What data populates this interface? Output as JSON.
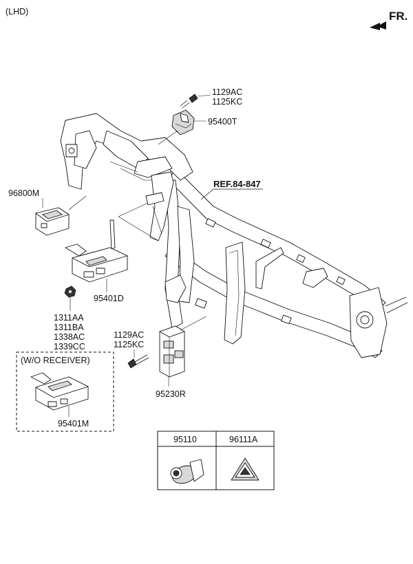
{
  "variant": "(LHD)",
  "direction": {
    "label": "FR."
  },
  "reference": "REF.84-847",
  "callouts": {
    "bolt_top": [
      "1129AC",
      "1125KC"
    ],
    "p95400T": "95400T",
    "p96800M": "96800M",
    "p95401D": "95401D",
    "nuts": [
      "1311AA",
      "1311BA",
      "1338AC",
      "1339CC"
    ],
    "bolt_mid": [
      "1129AC",
      "1125KC"
    ],
    "p95230R": "95230R"
  },
  "option_box": {
    "title": "(W/O RECEIVER)",
    "part": "95401M"
  },
  "table": {
    "headers": [
      "95110",
      "96111A"
    ]
  }
}
